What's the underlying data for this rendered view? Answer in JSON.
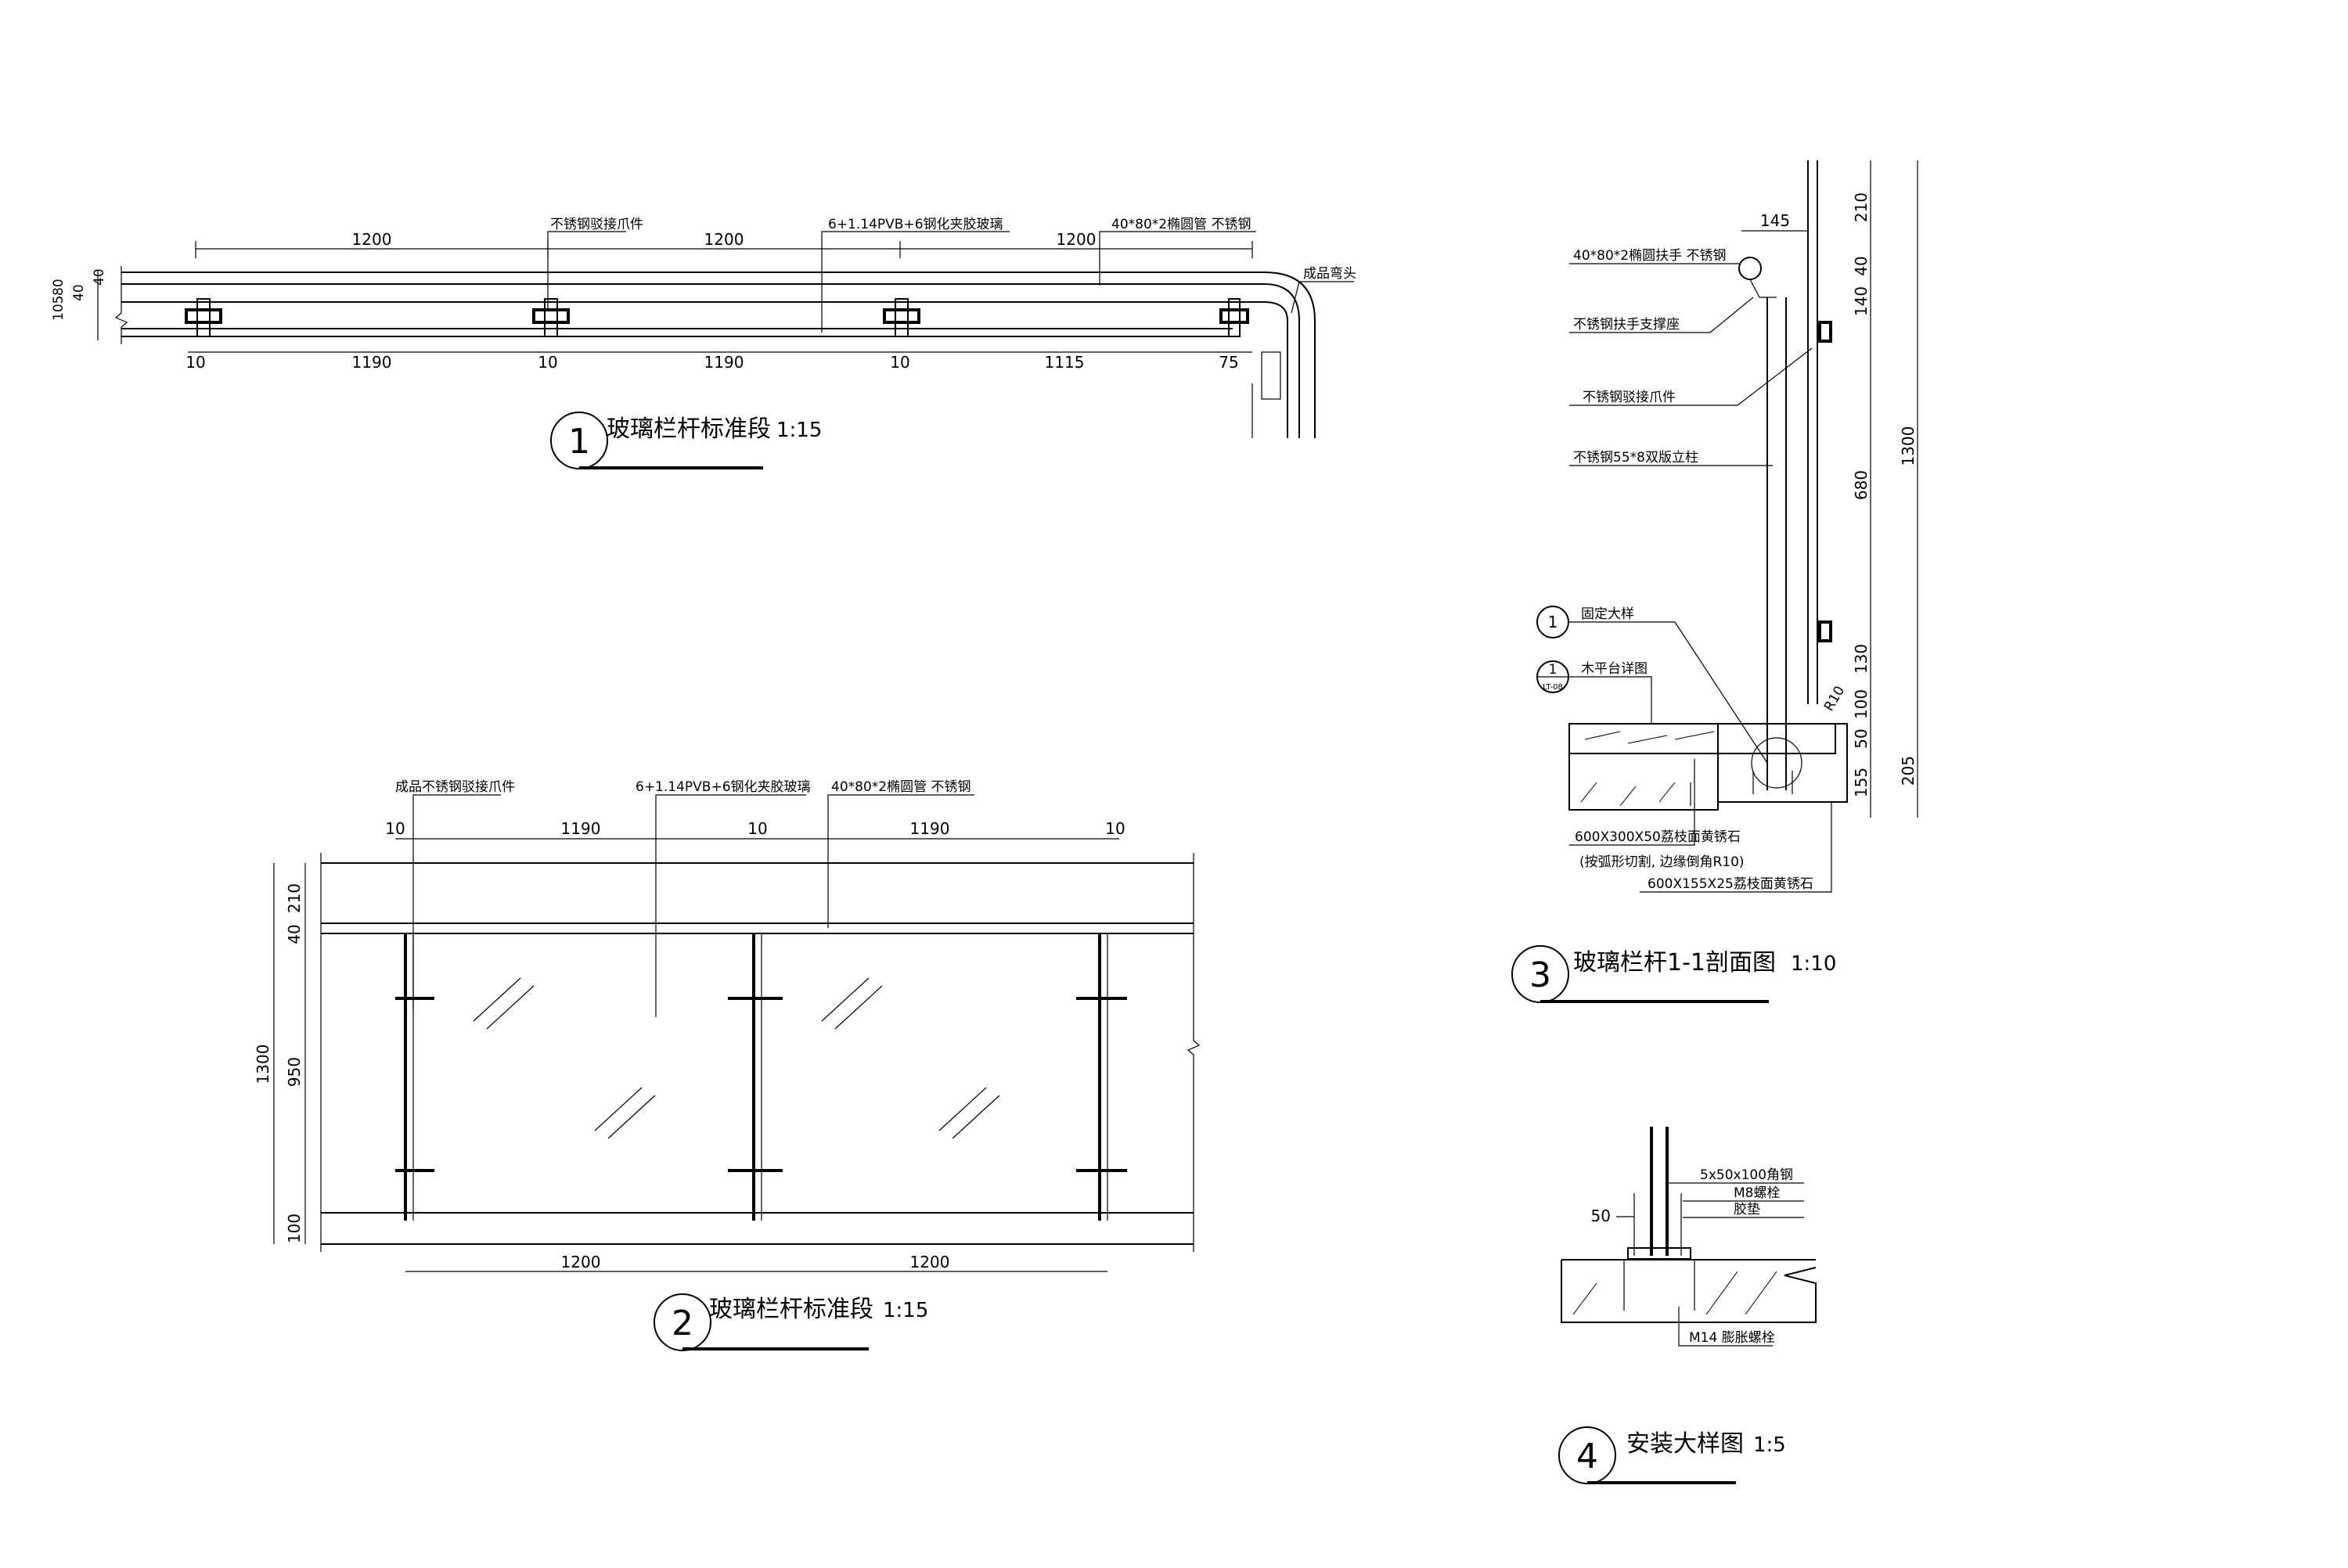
{
  "view1": {
    "number": "1",
    "title": "玻璃栏杆标准段",
    "scale": "1:15",
    "labels": {
      "clamp": "不锈钢驳接爪件",
      "glass": "6+1.14PVB+6钢化夹胶玻璃",
      "tube": "40*80*2椭圆管 不锈钢",
      "elbow": "成品弯头"
    },
    "dims_top": [
      "1200",
      "1200",
      "1200"
    ],
    "dims_bottom": [
      "10",
      "1190",
      "10",
      "1190",
      "10",
      "1115",
      "75"
    ],
    "dims_left": [
      "105",
      "80",
      "40",
      "40"
    ]
  },
  "view2": {
    "number": "2",
    "title": "玻璃栏杆标准段",
    "scale": "1:15",
    "labels": {
      "clamp": "成品不锈钢驳接爪件",
      "glass": "6+1.14PVB+6钢化夹胶玻璃",
      "tube": "40*80*2椭圆管 不锈钢"
    },
    "dims_top": [
      "10",
      "1190",
      "10",
      "1190",
      "10"
    ],
    "dims_bottom": [
      "1200",
      "1200"
    ],
    "dims_left": [
      "210",
      "40",
      "950",
      "100"
    ],
    "dim_total": "1300"
  },
  "view3": {
    "number": "3",
    "title": "玻璃栏杆1-1剖面图",
    "scale": "1:10",
    "labels": {
      "handrail": "40*80*2椭圆扶手 不锈钢",
      "support": "不锈钢扶手支撑座",
      "clamp": "不锈钢驳接爪件",
      "post": "不锈钢55*8双版立柱",
      "fix_ref": "固定大样",
      "deck_ref": "木平台详图",
      "stone1": "600X300X50荔枝面黄锈石",
      "stone1_note": "(按弧形切割, 边缘倒角R10)",
      "stone2": "600X155X25荔枝面黄锈石"
    },
    "ref_bubbles": [
      "1",
      "1"
    ],
    "ref_sheet": "LT-08",
    "radius": "R10",
    "dim_top": "145",
    "dims_right_inner": [
      "210",
      "40",
      "140",
      "680",
      "130",
      "100",
      "50",
      "155"
    ],
    "dims_right_outer": [
      "1300",
      "205"
    ]
  },
  "view4": {
    "number": "4",
    "title": "安装大样图",
    "scale": "1:5",
    "labels": {
      "angle": "5x50x100角钢",
      "bolt": "M8螺栓",
      "pad": "胶垫",
      "anchor": "M14 膨胀螺栓"
    },
    "dim": "50"
  }
}
